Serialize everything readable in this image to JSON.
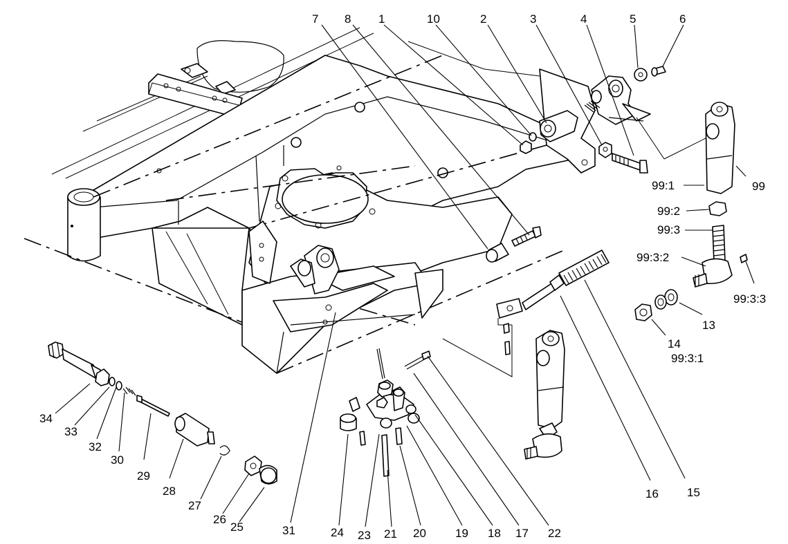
{
  "callouts": {
    "l1": "1",
    "l2": "2",
    "l3": "3",
    "l4": "4",
    "l5": "5",
    "l6": "6",
    "l7": "7",
    "l8": "8",
    "l10": "10",
    "l13": "13",
    "l14": "14",
    "l15": "15",
    "l16": "16",
    "l17": "17",
    "l18": "18",
    "l19": "19",
    "l20": "20",
    "l21": "21",
    "l22": "22",
    "l23": "23",
    "l24": "24",
    "l25": "25",
    "l26": "26",
    "l27": "27",
    "l28": "28",
    "l29": "29",
    "l30": "30",
    "l31": "31",
    "l32": "32",
    "l33": "33",
    "l34": "34",
    "l99": "99",
    "l99_1": "99:1",
    "l99_2": "99:2",
    "l99_3": "99:3",
    "l99_3_1": "99:3:1",
    "l99_3_2": "99:3:2",
    "l99_3_3": "99:3:3"
  }
}
